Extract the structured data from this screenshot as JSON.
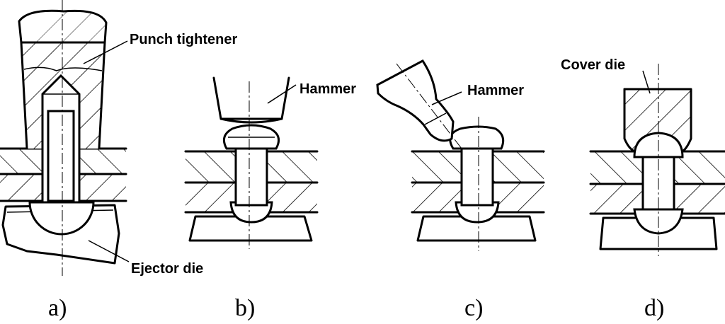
{
  "labels": {
    "punch_tightener": "Punch tightener",
    "hammer_b": "Hammer",
    "hammer_c": "Hammer",
    "cover_die": "Cover die",
    "ejector_die": "Ejector die"
  },
  "captions": {
    "a": "a)",
    "b": "b)",
    "c": "c)",
    "d": "d)"
  }
}
